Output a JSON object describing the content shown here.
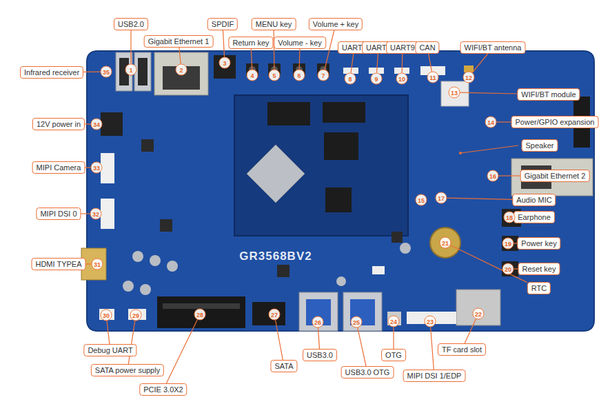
{
  "diagram": {
    "nodes": [
      {
        "text": [
          "USB2.0"
        ]
      },
      {
        "text": [
          "1"
        ]
      },
      {
        "text": [
          "Gigabit Ethernet 1"
        ]
      },
      {
        "text": [
          "2"
        ]
      },
      {
        "text": [
          "SPDIF"
        ]
      },
      {
        "text": [
          "3"
        ]
      },
      {
        "text": [
          "Return key"
        ]
      },
      {
        "text": [
          "4"
        ]
      },
      {
        "text": [
          "MENU key"
        ]
      },
      {
        "text": [
          "5"
        ]
      },
      {
        "text": [
          "Volume - key"
        ]
      },
      {
        "text": [
          "6"
        ]
      },
      {
        "text": [
          "Volume + key"
        ]
      },
      {
        "text": [
          "7"
        ]
      },
      {
        "text": [
          "UART4"
        ]
      },
      {
        "text": [
          "8"
        ]
      },
      {
        "text": [
          "UART3"
        ]
      },
      {
        "text": [
          "9"
        ]
      },
      {
        "text": [
          "UART9"
        ]
      },
      {
        "text": [
          "10"
        ]
      },
      {
        "text": [
          "CAN"
        ]
      },
      {
        "text": [
          "11"
        ]
      },
      {
        "text": [
          "WIFI/BT antenna"
        ]
      },
      {
        "text": [
          "12"
        ]
      },
      {
        "text": [
          "WIFI/BT module"
        ]
      },
      {
        "text": [
          "13"
        ]
      },
      {
        "text": [
          "Power/GPIO expansion"
        ]
      },
      {
        "text": [
          "14"
        ]
      },
      {
        "text": [
          "Speaker"
        ]
      },
      {
        "text": [
          "Gigabit Ethernet 2"
        ]
      },
      {
        "text": [
          "16"
        ]
      },
      {
        "text": [
          "15"
        ]
      },
      {
        "text": [
          "Audio MIC"
        ]
      },
      {
        "text": [
          "17"
        ]
      },
      {
        "text": [
          "Earphone"
        ]
      },
      {
        "text": [
          "18"
        ]
      },
      {
        "text": [
          "Power key"
        ]
      },
      {
        "text": [
          "19"
        ]
      },
      {
        "text": [
          "Reset key"
        ]
      },
      {
        "text": [
          "20"
        ]
      },
      {
        "text": [
          "RTC"
        ]
      },
      {
        "text": [
          "21"
        ]
      },
      {
        "text": [
          "TF card slot"
        ]
      },
      {
        "text": [
          "22"
        ]
      },
      {
        "text": [
          "MIPI DSI 1/EDP"
        ]
      },
      {
        "text": [
          "23"
        ]
      },
      {
        "text": [
          "OTG"
        ]
      },
      {
        "text": [
          "24"
        ]
      },
      {
        "text": [
          "USB3.0 OTG"
        ]
      },
      {
        "text": [
          "25"
        ]
      },
      {
        "text": [
          "USB3.0"
        ]
      },
      {
        "text": [
          "26"
        ]
      },
      {
        "text": [
          "SATA"
        ]
      },
      {
        "text": [
          "27"
        ]
      },
      {
        "text": [
          "PCIE 3.0X2"
        ]
      },
      {
        "text": [
          "28"
        ]
      },
      {
        "text": [
          "SATA power supply"
        ]
      },
      {
        "text": [
          "29"
        ]
      },
      {
        "text": [
          "Debug UART"
        ]
      },
      {
        "text": [
          "30"
        ]
      },
      {
        "text": [
          "HDMI TYPEA"
        ]
      },
      {
        "text": [
          "31"
        ]
      },
      {
        "text": [
          "MIPI DSI 0"
        ]
      },
      {
        "text": [
          "32"
        ]
      },
      {
        "text": [
          "MIPI Camera"
        ]
      },
      {
        "text": [
          "33"
        ]
      },
      {
        "text": [
          "12V power in"
        ]
      },
      {
        "text": [
          "34"
        ]
      },
      {
        "text": [
          "Infrared receiver"
        ]
      },
      {
        "text": [
          "35"
        ]
      }
    ],
    "edges": [
      {
        "from": 0,
        "to": 1,
        "arrow": "none"
      },
      {
        "from": 2,
        "to": 3,
        "arrow": "none"
      },
      {
        "from": 4,
        "to": 5,
        "arrow": "none"
      },
      {
        "from": 6,
        "to": 7,
        "arrow": "none"
      },
      {
        "from": 8,
        "to": 9,
        "arrow": "none"
      },
      {
        "from": 10,
        "to": 11,
        "arrow": "none"
      },
      {
        "from": 12,
        "to": 13,
        "arrow": "none"
      },
      {
        "from": 14,
        "to": 15,
        "arrow": "none"
      },
      {
        "from": 16,
        "to": 17,
        "arrow": "none"
      },
      {
        "from": 18,
        "to": 19,
        "arrow": "none"
      },
      {
        "from": 20,
        "to": 21,
        "arrow": "none"
      },
      {
        "from": 22,
        "to": 23,
        "arrow": "none"
      },
      {
        "from": 24,
        "to": 25,
        "arrow": "none"
      },
      {
        "from": 26,
        "to": 27,
        "arrow": "none"
      },
      {
        "from": 29,
        "to": 30,
        "arrow": "none"
      },
      {
        "from": 32,
        "to": 33,
        "arrow": "none"
      },
      {
        "from": 34,
        "to": 35,
        "arrow": "none"
      },
      {
        "from": 36,
        "to": 37,
        "arrow": "none"
      },
      {
        "from": 38,
        "to": 39,
        "arrow": "none"
      },
      {
        "from": 40,
        "to": 41,
        "arrow": "none"
      },
      {
        "from": 42,
        "to": 43,
        "arrow": "none"
      },
      {
        "from": 44,
        "to": 45,
        "arrow": "none"
      },
      {
        "from": 46,
        "to": 47,
        "arrow": "none"
      },
      {
        "from": 48,
        "to": 49,
        "arrow": "none"
      },
      {
        "from": 50,
        "to": 51,
        "arrow": "none"
      },
      {
        "from": 52,
        "to": 53,
        "arrow": "none"
      },
      {
        "from": 54,
        "to": 55,
        "arrow": "none"
      },
      {
        "from": 56,
        "to": 57,
        "arrow": "none"
      },
      {
        "from": 58,
        "to": 59,
        "arrow": "none"
      },
      {
        "from": 60,
        "to": 61,
        "arrow": "none"
      },
      {
        "from": 62,
        "to": 63,
        "arrow": "none"
      },
      {
        "from": 64,
        "to": 65,
        "arrow": "none"
      },
      {
        "from": 66,
        "to": 67,
        "arrow": "none"
      },
      {
        "from": 68,
        "to": 69,
        "arrow": "none"
      }
    ],
    "labels": [
      "GR3568BV2"
    ]
  }
}
